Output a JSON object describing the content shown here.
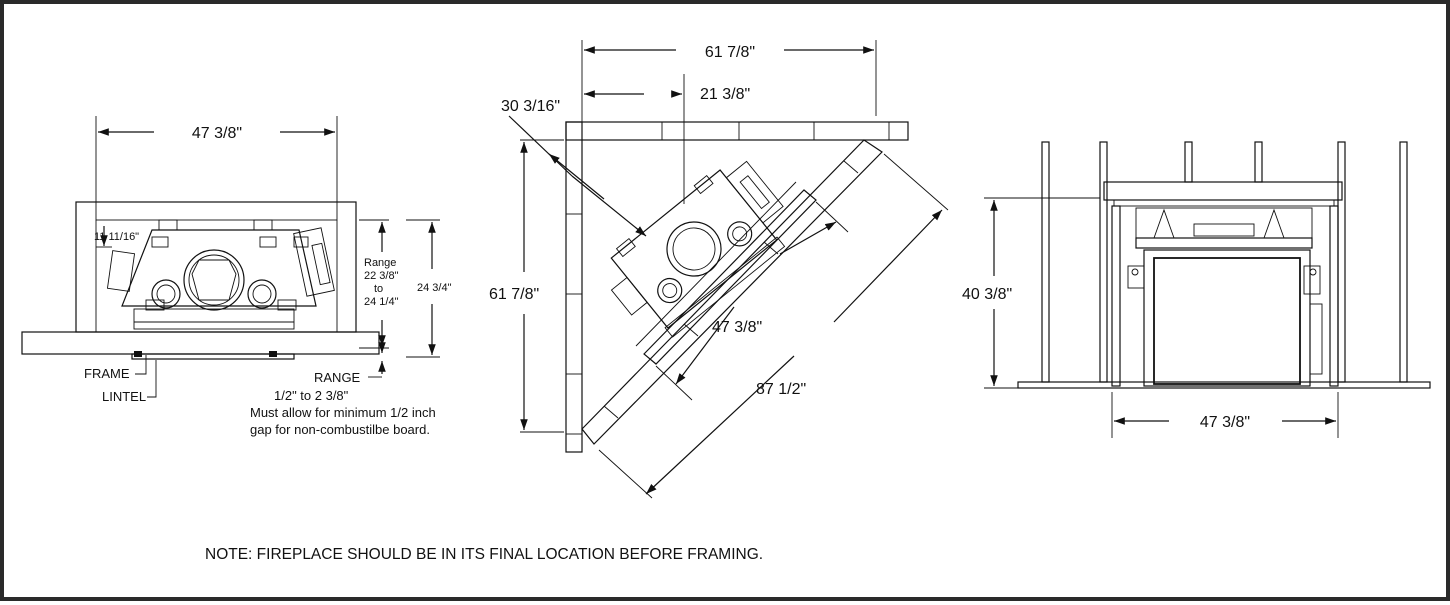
{
  "front_view": {
    "width": "47 3/8\"",
    "offset": "11 11/16\"",
    "range_label": "Range",
    "range_min": "22 3/8\"",
    "range_to": "to",
    "range_max": "24 1/4\"",
    "height": "24 3/4\"",
    "frame_label": "FRAME",
    "lintel_label": "LINTEL",
    "range2_label": "RANGE",
    "range2_values": "1/2\" to  2 3/8\"",
    "gap_note_1": "Must allow for minimum 1/2 inch",
    "gap_note_2": "gap for non-combustilbe board."
  },
  "corner_view": {
    "top_width": "61 7/8\"",
    "side_height": "61 7/8\"",
    "offset_top": "21 3/8\"",
    "diag_offset": "30 3/16\"",
    "inner_diag": "47 3/8\"",
    "outer_diag": "87 1/2\""
  },
  "side_view": {
    "height": "40 3/8\"",
    "width": "47 3/8\""
  },
  "note": "NOTE: FIREPLACE SHOULD BE IN ITS FINAL LOCATION BEFORE FRAMING."
}
